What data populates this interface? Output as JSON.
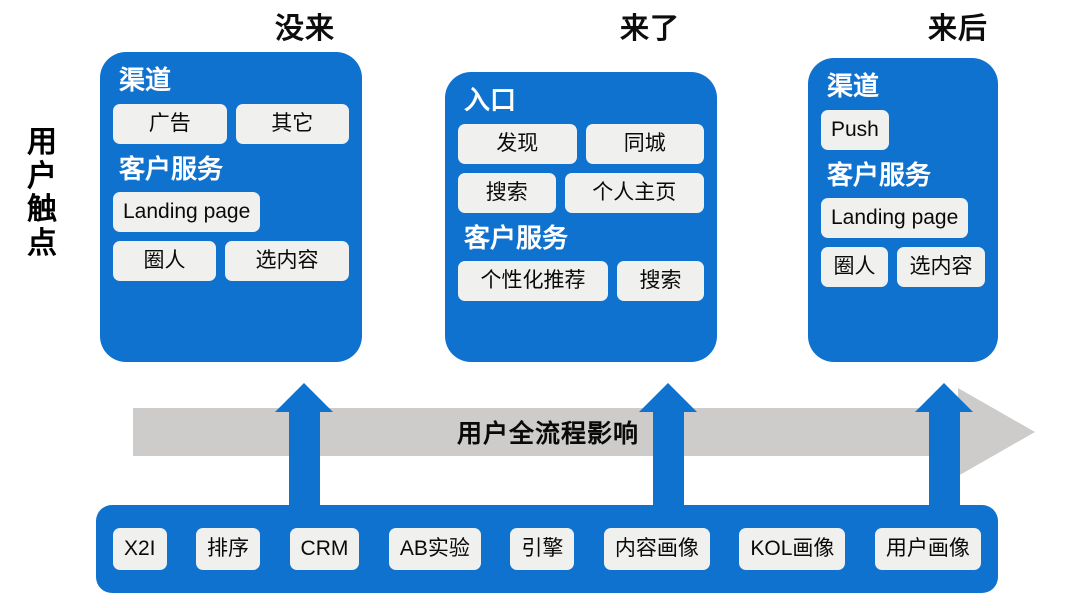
{
  "diagram": {
    "side_label": "用户\n触点",
    "flow_arrow_label": "用户全流程影响"
  },
  "stages": [
    {
      "title": "没来",
      "groups": [
        {
          "heading": "渠道",
          "rows": [
            {
              "chips": [
                "广告",
                "其它"
              ]
            }
          ]
        },
        {
          "heading": "客户服务",
          "rows": [
            {
              "chips": [
                "Landing page"
              ]
            },
            {
              "chips": [
                "圈人",
                "选内容"
              ]
            }
          ]
        }
      ]
    },
    {
      "title": "来了",
      "groups": [
        {
          "heading": "入口",
          "rows": [
            {
              "chips": [
                "发现",
                "同城"
              ]
            },
            {
              "chips": [
                "搜索",
                "个人主页"
              ]
            }
          ]
        },
        {
          "heading": "客户服务",
          "rows": [
            {
              "chips": [
                "个性化推荐",
                "搜索"
              ]
            }
          ]
        }
      ]
    },
    {
      "title": "来后",
      "groups": [
        {
          "heading": "渠道",
          "rows": [
            {
              "chips": [
                "Push"
              ]
            }
          ]
        },
        {
          "heading": "客户服务",
          "rows": [
            {
              "chips": [
                "Landing page"
              ]
            },
            {
              "chips": [
                "圈人",
                "选内容"
              ]
            }
          ]
        }
      ]
    }
  ],
  "capabilities": [
    "X2I",
    "排序",
    "CRM",
    "AB实验",
    "引擎",
    "内容画像",
    "KOL画像",
    "用户画像"
  ],
  "colors": {
    "brand_blue": "#0f72ce",
    "chip_bg": "#f0f0ee",
    "arrow_grey": "#cdcccb",
    "text_dark": "#0a0a0a",
    "text_white": "#ffffff"
  }
}
